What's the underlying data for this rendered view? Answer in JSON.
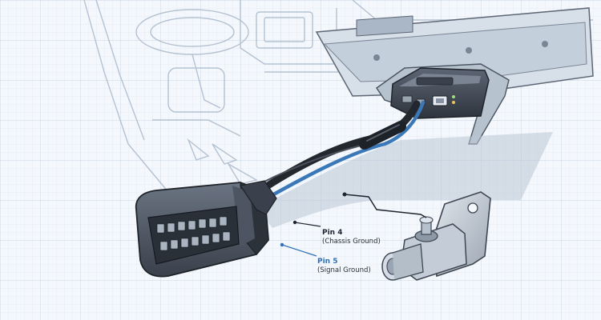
{
  "labels": {
    "pin4": {
      "title": "Pin 4",
      "subtitle": "(Chassis Ground)"
    },
    "pin5": {
      "title": "Pin 5",
      "subtitle": "(Signal Ground)"
    }
  },
  "colors": {
    "pin4": "#1e2530",
    "pin5": "#2f6fb6",
    "cable_black": "#23282f",
    "cable_blue": "#3b78b8",
    "grid": "#c9d6e6",
    "sketch": "#aab9cc",
    "connector": "#4d5562"
  },
  "icons": {
    "obd_connector": "obd2-connector-icon",
    "adapter": "interface-adapter-icon",
    "ground_lug": "ground-terminal-icon"
  }
}
